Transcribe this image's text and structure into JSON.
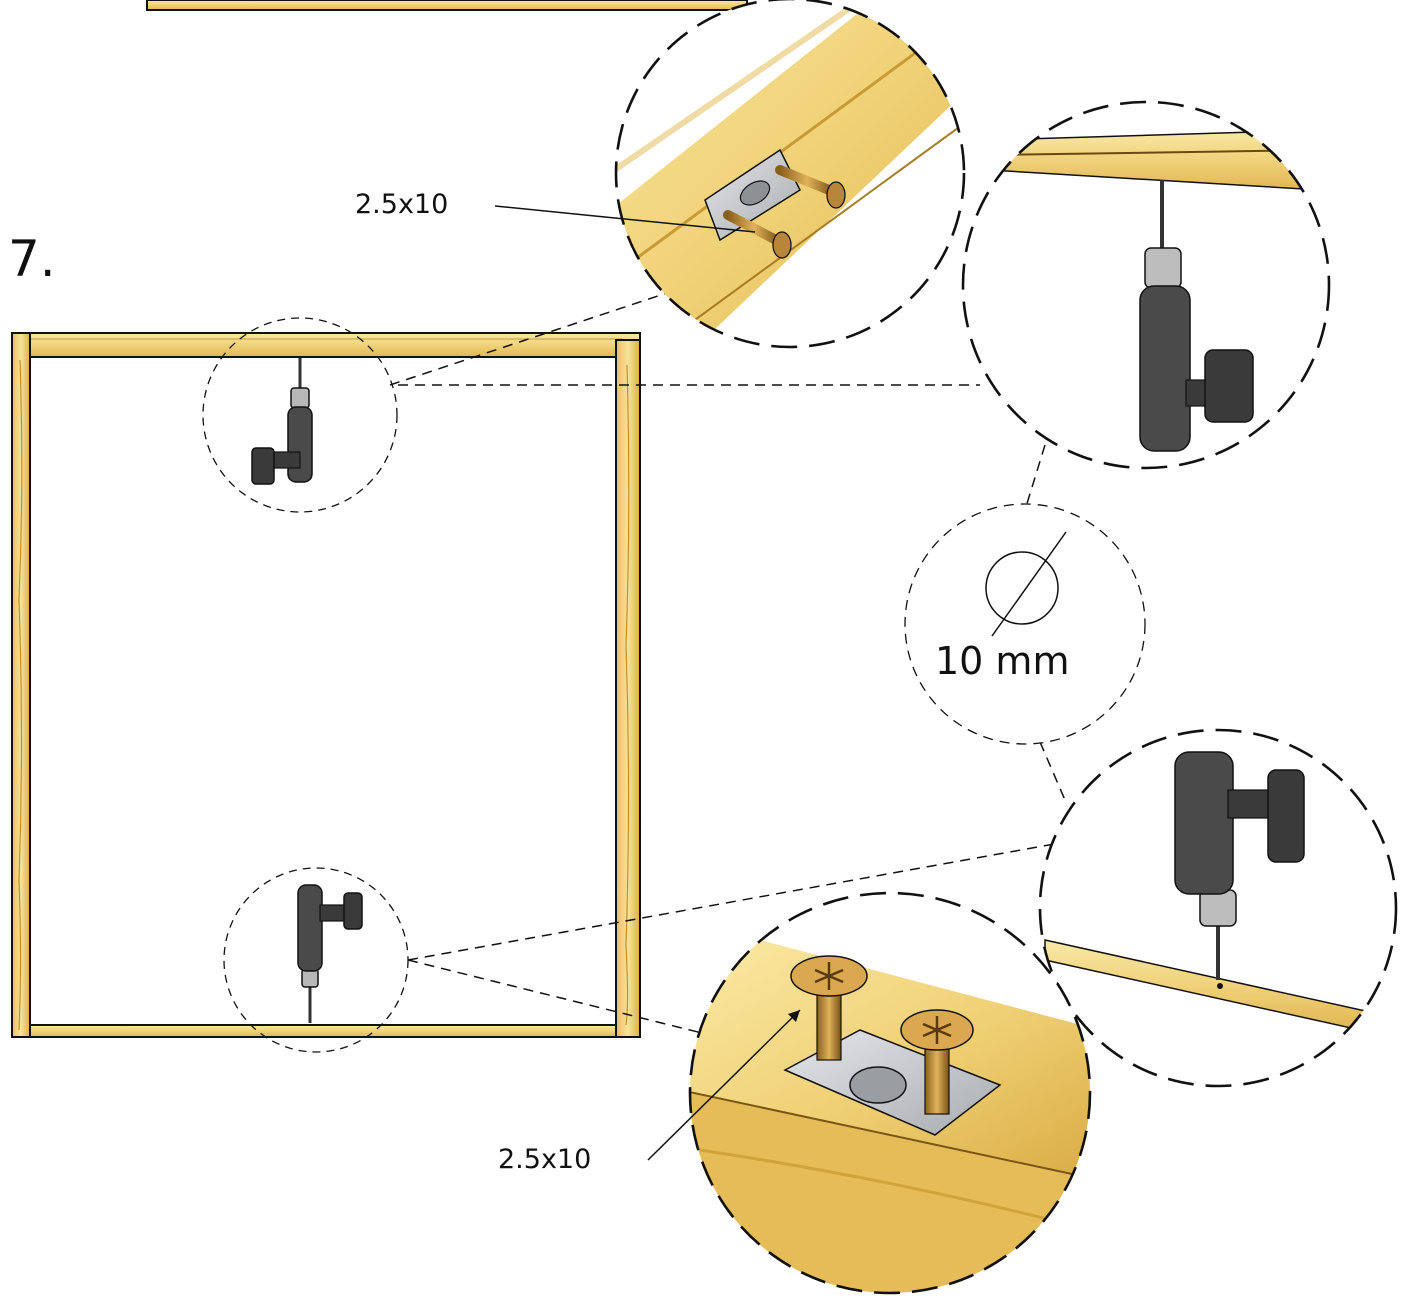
{
  "step": {
    "number": "7."
  },
  "labels": {
    "screw_top": "2.5x10",
    "screw_bottom": "2.5x10",
    "drill_diameter": "10 mm"
  },
  "colors": {
    "wood_light": "#f7e39a",
    "wood_mid": "#ecc85a",
    "wood_dark": "#c89a2e",
    "metal": "#c7c9cc",
    "screw": "#d1a045",
    "drill_body": "#4a4a4a",
    "outline": "#111111"
  },
  "icons": [
    "drill-icon",
    "screw-icon",
    "metal-plate-icon",
    "diameter-symbol-icon"
  ]
}
